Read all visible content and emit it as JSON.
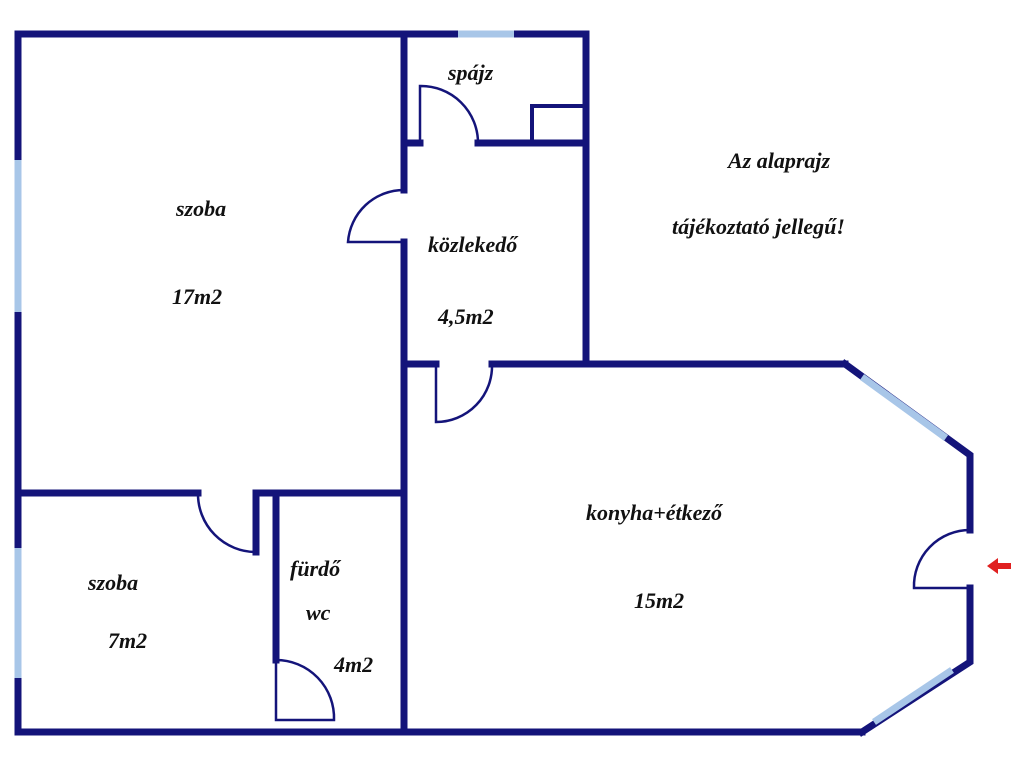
{
  "rooms": {
    "szoba_large": {
      "name": "szoba",
      "area": "17m2"
    },
    "spajz": {
      "name": "spájz"
    },
    "kozlekedo": {
      "name": "közlekedő",
      "area": "4,5m2"
    },
    "szoba_small": {
      "name": "szoba",
      "area": "7m2"
    },
    "furdo": {
      "name": "fürdő",
      "sub": "wc",
      "area": "4m2"
    },
    "konyha": {
      "name": "konyha+étkező",
      "area": "15m2"
    }
  },
  "note": {
    "line1": "Az alaprajz",
    "line2": "tájékoztató jellegű!"
  },
  "colors": {
    "wall": "#14147a",
    "window": "#a8c6e8",
    "entrance_arrow": "#e02020"
  },
  "icons": {
    "entrance": "entrance-arrow-icon"
  }
}
